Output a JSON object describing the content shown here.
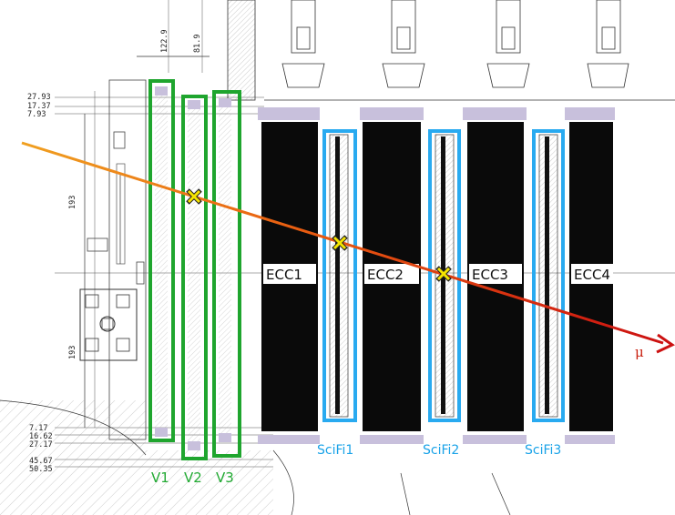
{
  "dimensions": {
    "top": [
      "122.9",
      "81.9"
    ],
    "left_upper": [
      "27.93",
      "17.37",
      "7.93"
    ],
    "left_vertical": [
      "193",
      "193"
    ],
    "left_lower": [
      "7.17",
      "16.62",
      "27.17",
      "45.67",
      "50.35"
    ]
  },
  "ecc_labels": [
    "ECC1",
    "ECC2",
    "ECC3",
    "ECC4"
  ],
  "scifi_labels": [
    "SciFi1",
    "SciFi2",
    "SciFi3"
  ],
  "veto_labels": [
    "V1",
    "V2",
    "V3"
  ],
  "particle_label": "μ",
  "colors": {
    "veto": "#1fa52e",
    "scifi": "#29aaf0",
    "track_start": "#f0a020",
    "track_end": "#cc1111",
    "hit_marker": "#f5e400",
    "ecc_block": "#0a0a0a",
    "frame_tint": "#c8c0dc"
  }
}
